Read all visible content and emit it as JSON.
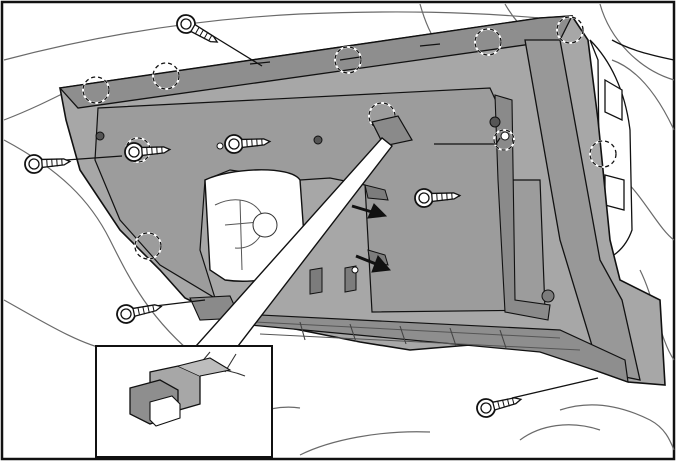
{
  "diagram": {
    "panel_fill": "#a7a7a7",
    "panel_dark": "#7c7c7c",
    "panel_shadow": "#8e8e8e",
    "line_color": "#111111",
    "bg_line_color": "#6a6a6a",
    "clip_marker_count": 10,
    "screw_count": 7,
    "arrow_count": 2,
    "inset_callout": "clip-detail"
  }
}
